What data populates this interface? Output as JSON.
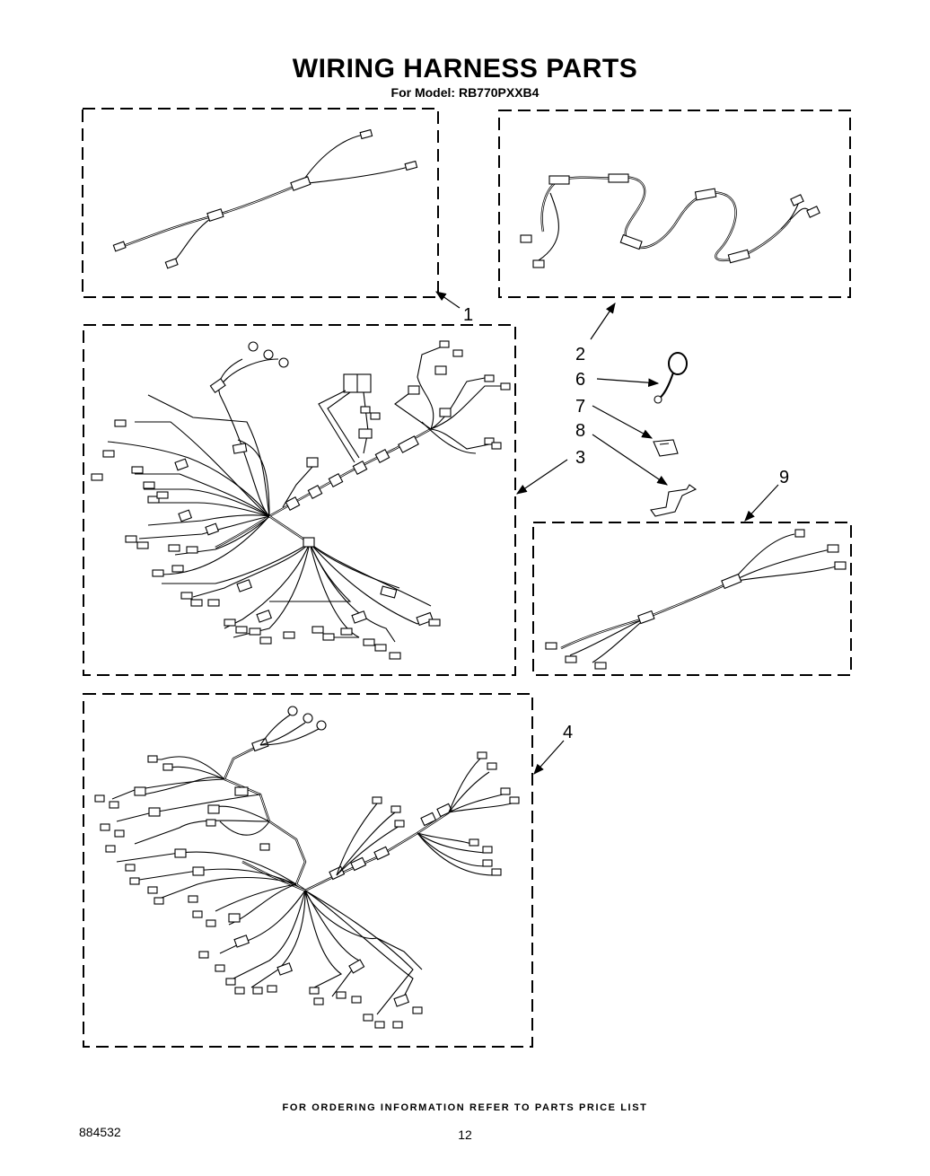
{
  "header": {
    "title": "WIRING HARNESS PARTS",
    "subtitle": "For Model: RB770PXXB4"
  },
  "callouts": [
    "1",
    "2",
    "6",
    "7",
    "8",
    "3",
    "9",
    "4"
  ],
  "footer": {
    "ordering_note": "FOR ORDERING INFORMATION REFER TO PARTS PRICE LIST",
    "doc_number": "884532",
    "page_number": "12"
  }
}
